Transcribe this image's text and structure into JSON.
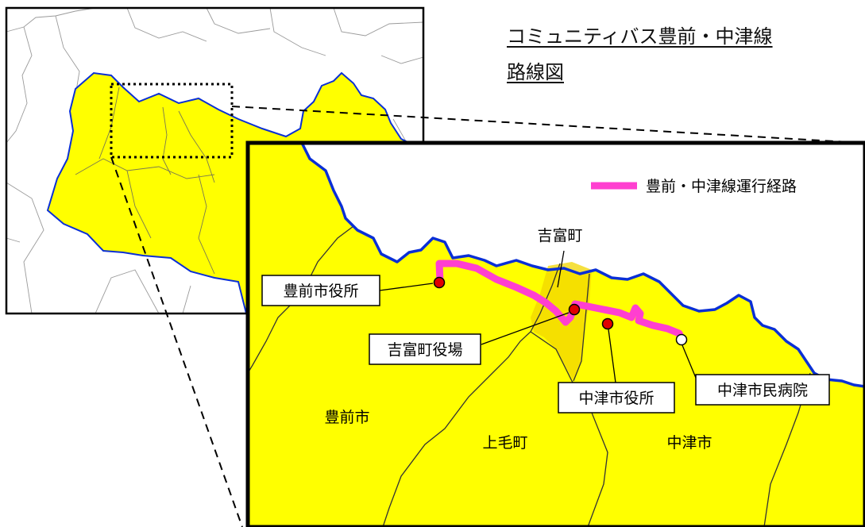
{
  "title": {
    "line1": "コミュニティバス豊前・中津線",
    "line2": "路線図"
  },
  "legend": {
    "route_label": "豊前・中津線運行経路",
    "route_color": "#ff3fd0"
  },
  "stops": {
    "buzen_city_hall": "豊前市役所",
    "yoshitomi_town_hall": "吉富町役場",
    "nakatsu_city_hall": "中津市役所",
    "nakatsu_hospital": "中津市民病院"
  },
  "areas": {
    "yoshitomi": "吉富町",
    "buzen": "豊前市",
    "koge": "上毛町",
    "nakatsu": "中津市"
  },
  "colors": {
    "land": "#ffff00",
    "coast": "#0a2fd6",
    "stop_fill": "#e00000",
    "terminal_fill": "#ffffff"
  }
}
